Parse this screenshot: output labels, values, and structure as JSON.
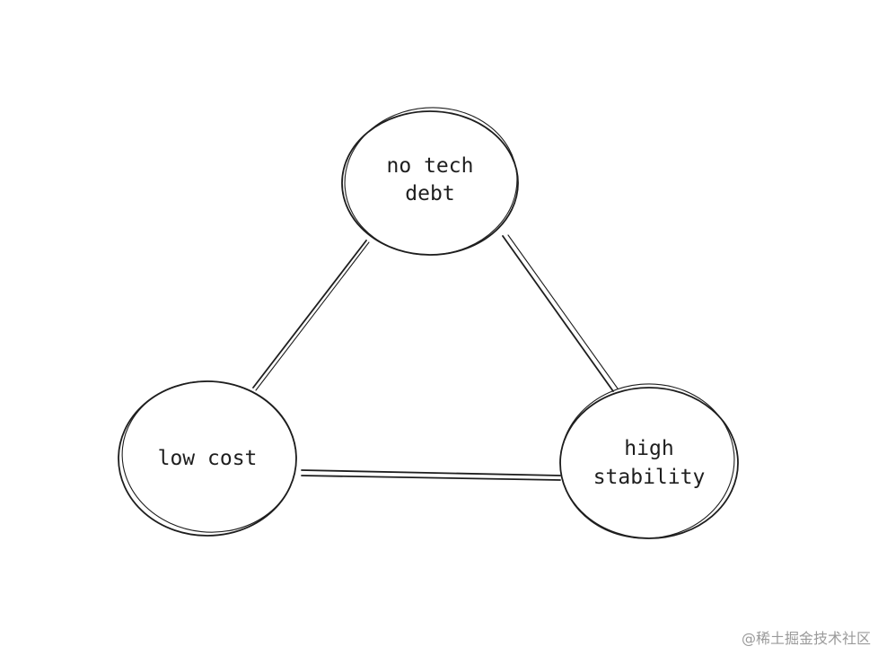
{
  "nodes": {
    "top": {
      "lines": [
        "no tech",
        "debt"
      ]
    },
    "left": {
      "lines": [
        "low cost"
      ]
    },
    "right": {
      "lines": [
        "high",
        "stability"
      ]
    }
  },
  "colors": {
    "stroke": "#1e1e1e",
    "background": "#ffffff",
    "watermark": "#9a9a9a"
  },
  "watermark": "@稀土掘金技术社区"
}
